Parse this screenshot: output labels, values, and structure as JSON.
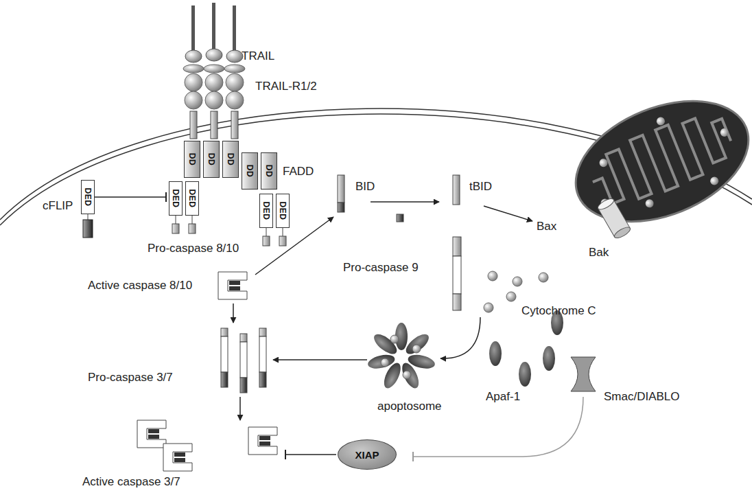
{
  "diagram": {
    "nodes": [
      {
        "text": [
          "DD"
        ]
      },
      {
        "text": [
          "DD"
        ]
      },
      {
        "text": [
          "DD"
        ]
      },
      {
        "text": [
          "DD"
        ]
      },
      {
        "text": [
          "DD"
        ]
      },
      {
        "text": [
          "DED"
        ]
      },
      {
        "text": [
          "DED"
        ]
      },
      {
        "text": [
          "DED"
        ]
      },
      {
        "text": [
          "DED"
        ]
      },
      {
        "text": [
          "DED"
        ]
      },
      {
        "text": [
          "XIAP"
        ]
      }
    ],
    "edges": [
      {
        "from": 5,
        "to": 6,
        "arrow": "to"
      }
    ],
    "labels": [
      "TRAIL",
      "TRAIL-R1/2",
      "FADD",
      "cFLIP",
      "Pro-caspase 8/10",
      "BID",
      "tBID",
      "Bax",
      "Bak",
      "Active caspase 8/10",
      "Pro-caspase 9",
      "Cytochrome C",
      "Apaf-1",
      "Smac/DIABLO",
      "Pro-caspase 3/7",
      "apoptosome",
      "Active caspase 3/7"
    ]
  }
}
